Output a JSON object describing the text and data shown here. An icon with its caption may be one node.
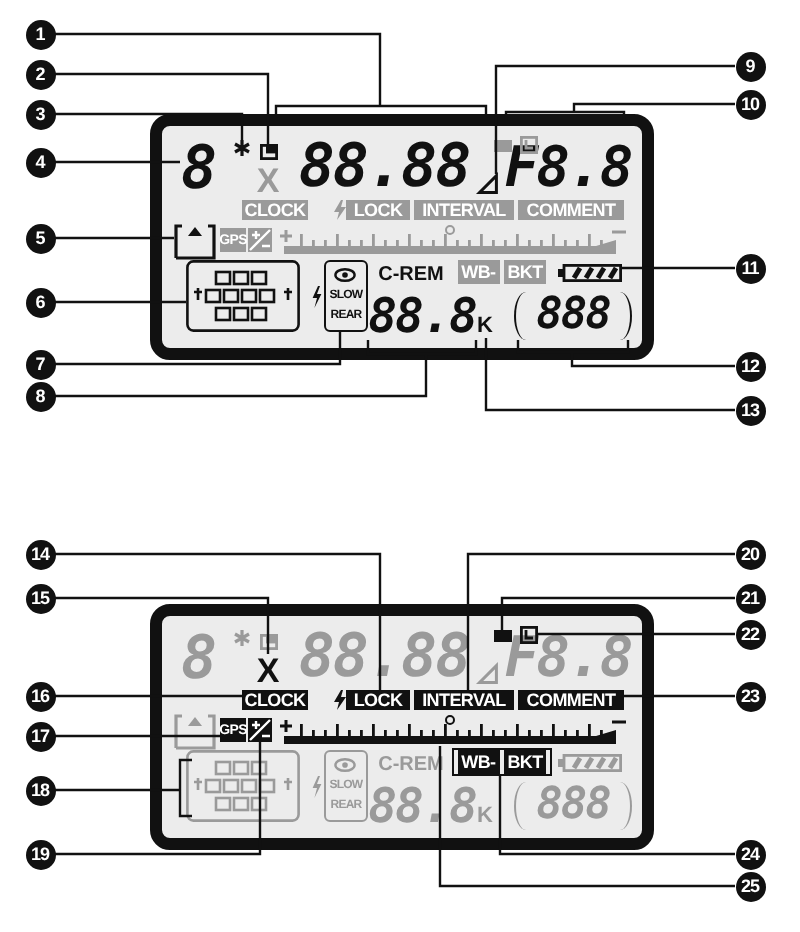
{
  "diagram": {
    "nodes": [
      {
        "text": [
          "1"
        ]
      },
      {
        "text": [
          "2"
        ]
      },
      {
        "text": [
          "3"
        ]
      },
      {
        "text": [
          "4"
        ]
      },
      {
        "text": [
          "5"
        ]
      },
      {
        "text": [
          "6"
        ]
      },
      {
        "text": [
          "7"
        ]
      },
      {
        "text": [
          "8"
        ]
      },
      {
        "text": [
          "9"
        ]
      },
      {
        "text": [
          "10"
        ]
      },
      {
        "text": [
          "11"
        ]
      },
      {
        "text": [
          "12"
        ]
      },
      {
        "text": [
          "13"
        ]
      },
      {
        "text": [
          "14"
        ]
      },
      {
        "text": [
          "15"
        ]
      },
      {
        "text": [
          "16"
        ]
      },
      {
        "text": [
          "17"
        ]
      },
      {
        "text": [
          "18"
        ]
      },
      {
        "text": [
          "19"
        ]
      },
      {
        "text": [
          "20"
        ]
      },
      {
        "text": [
          "21"
        ]
      },
      {
        "text": [
          "22"
        ]
      },
      {
        "text": [
          "23"
        ]
      },
      {
        "text": [
          "24"
        ]
      },
      {
        "text": [
          "25"
        ]
      },
      {
        "text": [
          "88.88"
        ]
      },
      {
        "text": [],
        "shape": "box"
      },
      {
        "text": [],
        "shape": "star"
      },
      {
        "text": [
          "8"
        ]
      },
      {
        "text": [],
        "shape": "box"
      },
      {
        "text": [],
        "shape": "box"
      },
      {
        "text": [
          "SLOW",
          "REAR"
        ]
      },
      {
        "text": [
          "88.8"
        ]
      },
      {
        "text": [],
        "shape": "triangle"
      },
      {
        "text": [
          "F8.8"
        ]
      },
      {
        "text": [],
        "shape": "battery"
      },
      {
        "text": [
          "888"
        ]
      },
      {
        "text": [
          "K"
        ]
      },
      {
        "text": [
          "LOCK"
        ]
      },
      {
        "text": [
          "X"
        ]
      },
      {
        "text": [
          "CLOCK"
        ]
      },
      {
        "text": [
          "GPS"
        ]
      },
      {
        "text": [],
        "shape": "box"
      },
      {
        "text": [],
        "shape": "box"
      },
      {
        "text": [
          "INTERVAL"
        ]
      },
      {
        "text": [],
        "shape": "box"
      },
      {
        "text": [],
        "shape": "box"
      },
      {
        "text": [
          "COMMENT"
        ]
      },
      {
        "text": [
          "WB-",
          "BKT"
        ]
      },
      {
        "text": [],
        "shape": "bar"
      }
    ],
    "edges": [
      {
        "from": 0,
        "to": 25,
        "arrow": "none"
      },
      {
        "from": 1,
        "to": 26,
        "arrow": "none"
      },
      {
        "from": 2,
        "to": 27,
        "arrow": "none"
      },
      {
        "from": 3,
        "to": 28,
        "arrow": "none"
      },
      {
        "from": 4,
        "to": 29,
        "arrow": "none"
      },
      {
        "from": 5,
        "to": 30,
        "arrow": "none"
      },
      {
        "from": 6,
        "to": 31,
        "arrow": "none"
      },
      {
        "from": 7,
        "to": 32,
        "arrow": "none"
      },
      {
        "from": 8,
        "to": 33,
        "arrow": "none"
      },
      {
        "from": 9,
        "to": 34,
        "arrow": "none"
      },
      {
        "from": 10,
        "to": 35,
        "arrow": "none"
      },
      {
        "from": 11,
        "to": 36,
        "arrow": "none"
      },
      {
        "from": 12,
        "to": 37,
        "arrow": "none"
      },
      {
        "from": 13,
        "to": 38,
        "arrow": "none"
      },
      {
        "from": 14,
        "to": 39,
        "arrow": "none"
      },
      {
        "from": 15,
        "to": 40,
        "arrow": "none"
      },
      {
        "from": 16,
        "to": 41,
        "arrow": "none"
      },
      {
        "from": 17,
        "to": 42,
        "arrow": "none"
      },
      {
        "from": 18,
        "to": 43,
        "arrow": "none"
      },
      {
        "from": 19,
        "to": 44,
        "arrow": "none"
      },
      {
        "from": 20,
        "to": 45,
        "arrow": "none"
      },
      {
        "from": 21,
        "to": 46,
        "arrow": "none"
      },
      {
        "from": 22,
        "to": 47,
        "arrow": "none"
      },
      {
        "from": 23,
        "to": 48,
        "arrow": "none"
      },
      {
        "from": 24,
        "to": 49,
        "arrow": "none"
      }
    ],
    "labels": [
      "X",
      "CLOCK",
      "LOCK",
      "INTERVAL",
      "COMMENT",
      "GPS",
      "C-REM",
      "WB-",
      "BKT",
      "8",
      "88.88",
      "F8.8",
      "SLOW",
      "REAR",
      "C-REM",
      "88.8",
      "K",
      "888"
    ]
  }
}
